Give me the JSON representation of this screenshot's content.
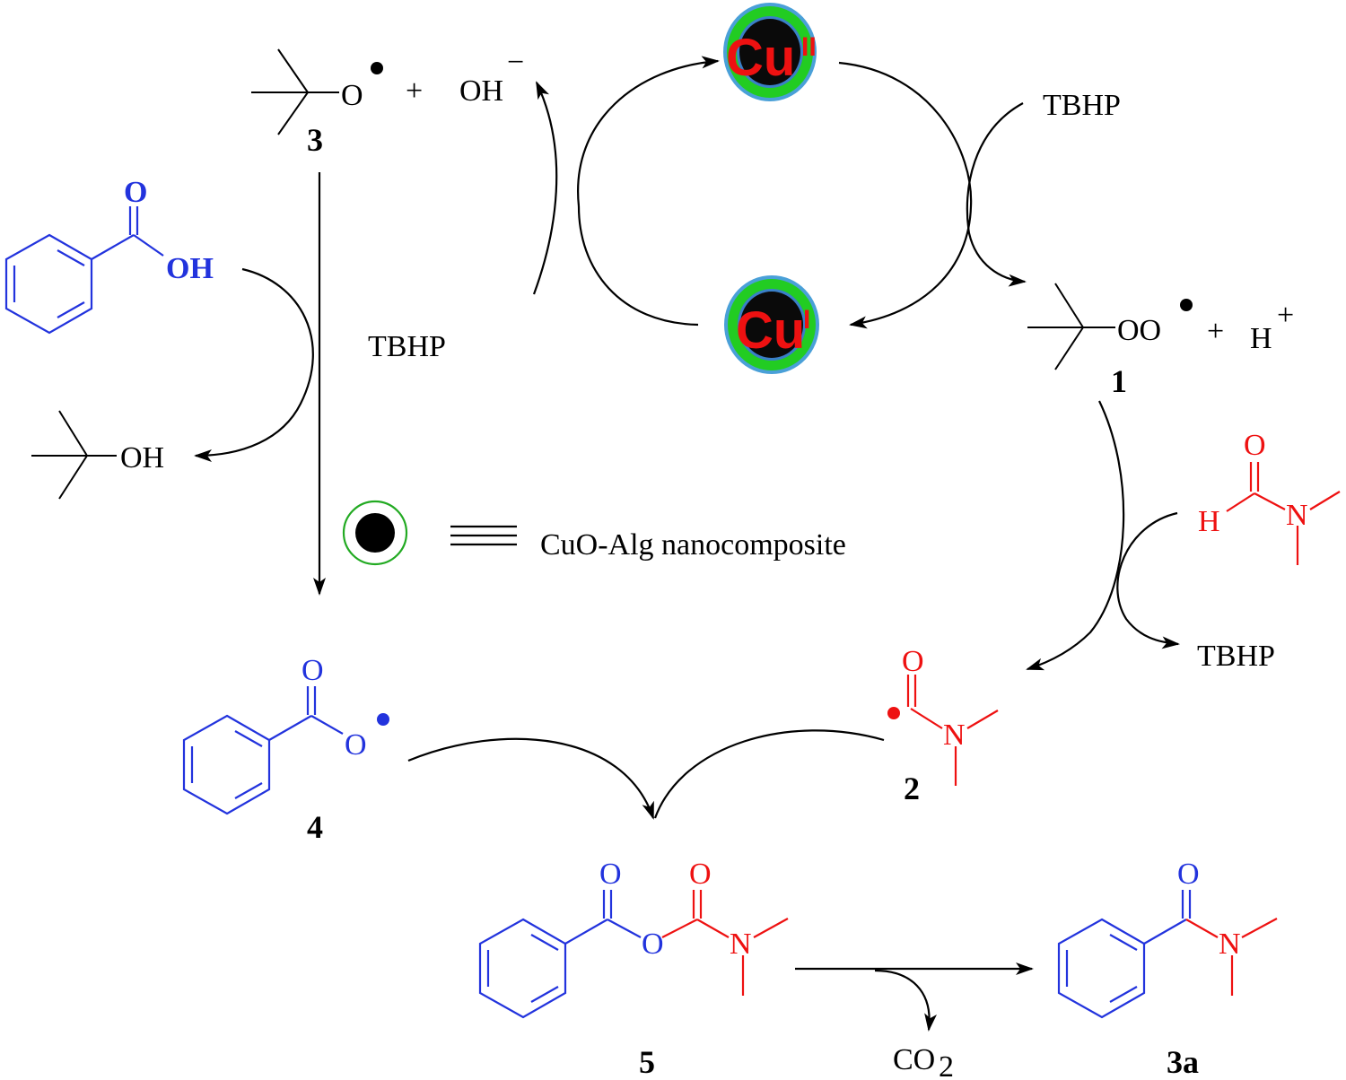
{
  "catalyst": {
    "top_label": "Cu",
    "top_sup": "II",
    "bottom_label": "Cu",
    "bottom_sup": "I",
    "legend_text": "CuO-Alg nanocomposite"
  },
  "reagents": {
    "tbhp_top_right": "TBHP",
    "tbhp_left": "TBHP",
    "tbhp_right_lower": "TBHP",
    "oh_minus": "OH",
    "oh_minus_charge": "−",
    "h_plus": "H",
    "h_plus_charge": "+",
    "co2": "CO",
    "co2_sub": "2",
    "plus": "+"
  },
  "compounds": {
    "c1": {
      "number": "1",
      "atoms": "OO"
    },
    "c2": {
      "number": "2",
      "o": "O",
      "n": "N"
    },
    "c3": {
      "number": "3",
      "o": "O"
    },
    "c3a": {
      "number": "3a",
      "o": "O",
      "n": "N"
    },
    "c4": {
      "number": "4",
      "o1": "O",
      "o2": "O"
    },
    "c5": {
      "number": "5",
      "o1": "O",
      "o2": "O",
      "o3": "O",
      "n": "N"
    },
    "benzoic_acid": {
      "o": "O",
      "oh": "OH"
    },
    "tbuoh": {
      "oh": "OH"
    },
    "dmf": {
      "o": "O",
      "h": "H",
      "n": "N"
    }
  },
  "colors": {
    "blue": "#2233dd",
    "red": "#ee1111",
    "green": "#22cc22",
    "ring": "#3a7fc8",
    "black": "#000000"
  }
}
